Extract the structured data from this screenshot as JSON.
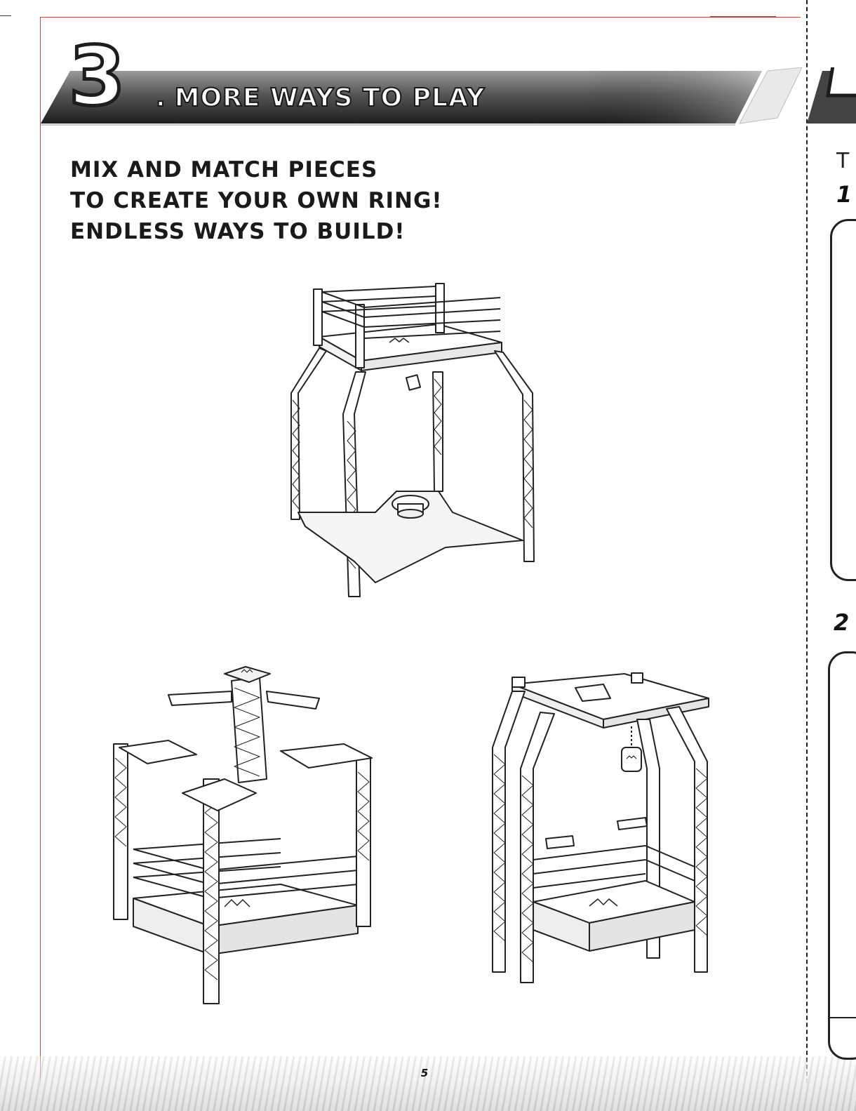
{
  "section": {
    "number": "3",
    "dot": ".",
    "title": "MORE WAYS TO PLAY"
  },
  "headline": [
    "MIX AND MATCH PIECES",
    "TO CREATE YOUR OWN RING!",
    "ENDLESS WAYS TO BUILD!"
  ],
  "illustrations": [
    {
      "name": "ring-on-tall-truss-stand-icon"
    },
    {
      "name": "ring-under-elevated-platforms-icon"
    },
    {
      "name": "ring-under-hanging-belt-tower-icon"
    }
  ],
  "page_number": "5",
  "next_page": {
    "text_t": "T",
    "text_1": "1",
    "text_2": "2"
  }
}
